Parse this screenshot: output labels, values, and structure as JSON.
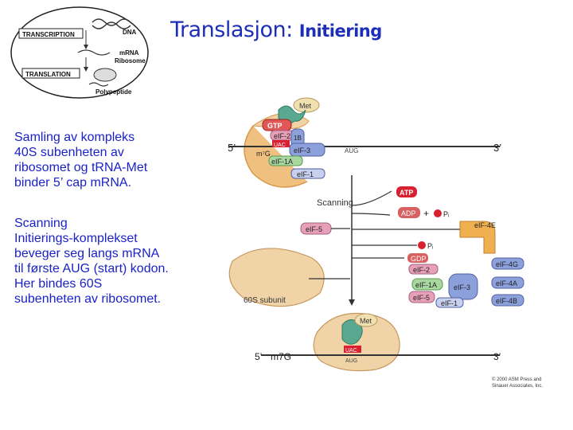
{
  "title": {
    "main": "Translasjon:",
    "sub": "Initiering"
  },
  "inset": {
    "transcription": "TRANSCRIPTION",
    "translation": "TRANSLATION",
    "dna": "DNA",
    "mrna": "mRNA",
    "ribosome": "Ribosome",
    "polypeptide": "Polypeptide"
  },
  "paragraphs": [
    {
      "lines": [
        "Samling av kompleks",
        "40S subenheten av",
        "ribosomet og tRNA-Met",
        "binder 5’ cap mRNA."
      ]
    },
    {
      "lines": [
        "Scanning",
        "Initierings-komplekset",
        "beveger seg langs mRNA",
        "til første AUG (start) kodon.",
        "Her bindes 60S",
        "subenheten av ribosomet."
      ]
    }
  ],
  "diagram": {
    "met": "Met",
    "gtp": "GTP",
    "eif2": "eIF-2",
    "uac": "UAC",
    "eif3": "eIF-3",
    "eif1b": "1B",
    "m7g": "m⁷G",
    "eif1a": "eIF-1A",
    "eif1": "eIF-1",
    "five_prime": "5’",
    "three_prime": "3’",
    "aug": "AUG",
    "scanning": "Scanning",
    "atp": "ATP",
    "adp": "ADP",
    "plus": "+",
    "pi": "Pᵢ",
    "eif5": "eIF-5",
    "eif4e": "eIF-4E",
    "pi2": "Pᵢ",
    "gdp": "GDP",
    "eif2b": "eIF-2",
    "eif4g": "eIF-4G",
    "eif1a2": "eIF-1A",
    "eif3b": "eIF-3",
    "eif4a": "eIF-4A",
    "eif5b": "eIF-5",
    "eif1c": "eIF-1",
    "eif4b": "eIF-4B",
    "subunit60s": "60S subunit",
    "met2": "Met",
    "uac2": "UAC",
    "aug2": "AUG",
    "five_prime2": "5’",
    "m7g2": "m7G",
    "three_prime2": "3’",
    "copyright": [
      "© 2000 ASM Press and",
      "Sinauer Associates, Inc."
    ]
  },
  "colors": {
    "title": "#1c2fb8",
    "text": "#1a22c8",
    "ribosome": "#f0d4a8",
    "ribosome_dark": "#e8a85c",
    "factor_pink": "#e8a0b8",
    "factor_blue": "#8ca0dc",
    "factor_green": "#a8d8a0",
    "red": "#d82030",
    "trna": "#5aa890"
  }
}
